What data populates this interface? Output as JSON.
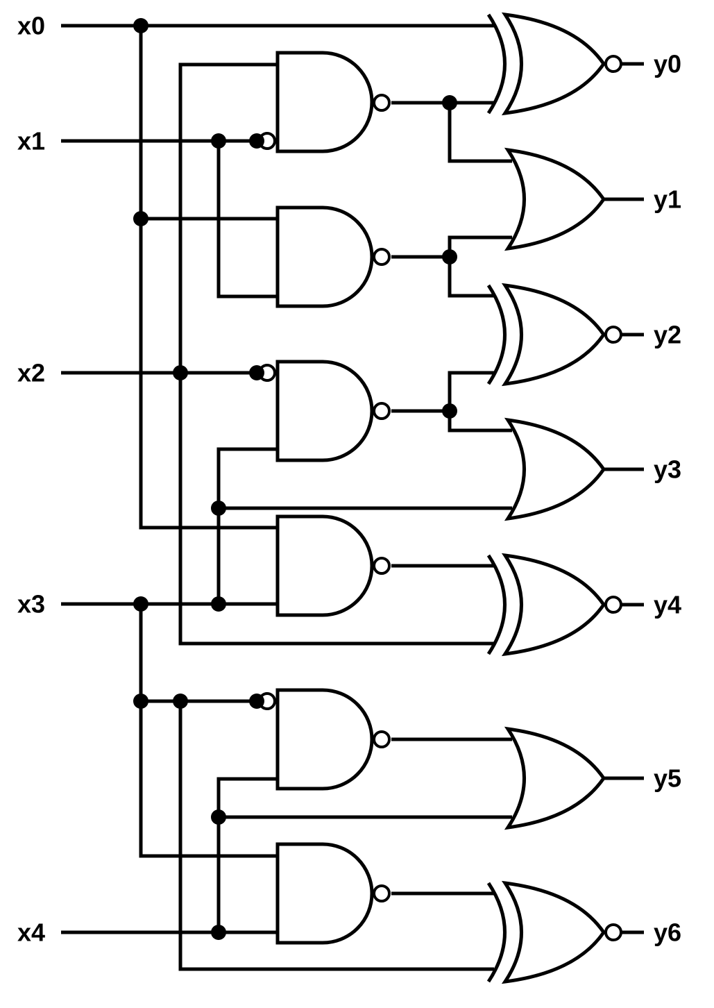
{
  "inputs": [
    "x0",
    "x1",
    "x2",
    "x3",
    "x4"
  ],
  "outputs": [
    "y0",
    "y1",
    "y2",
    "y3",
    "y4",
    "y5",
    "y6"
  ],
  "gates": {
    "nand": [
      "nand-gate-1",
      "nand-gate-2",
      "nand-gate-3",
      "nand-gate-4",
      "nand-gate-5",
      "nand-gate-6"
    ],
    "xnor": [
      "xnor-gate-y0",
      "xnor-gate-y2",
      "xnor-gate-y4",
      "xnor-gate-y6"
    ],
    "or": [
      "or-gate-y1",
      "or-gate-y3",
      "or-gate-y5"
    ]
  }
}
